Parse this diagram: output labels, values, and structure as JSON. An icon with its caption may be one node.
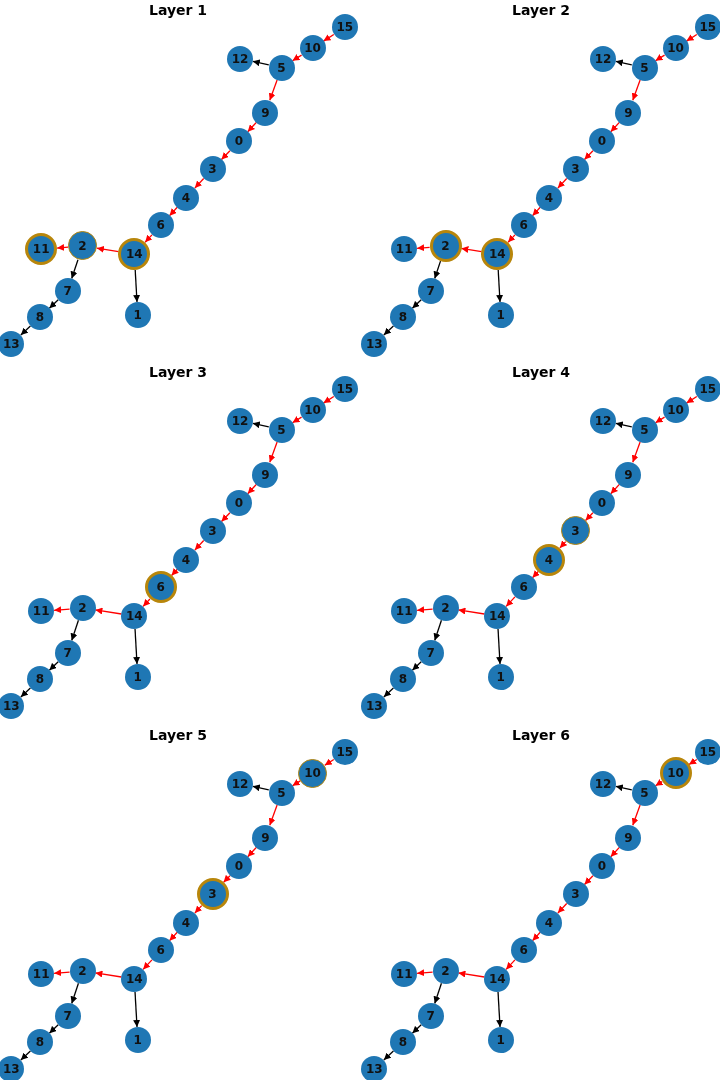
{
  "diagram": {
    "nodes": [
      {
        "text": [
          "0"
        ]
      },
      {
        "text": [
          "1"
        ]
      },
      {
        "text": [
          "2"
        ]
      },
      {
        "text": [
          "3"
        ]
      },
      {
        "text": [
          "4"
        ]
      },
      {
        "text": [
          "5"
        ]
      },
      {
        "text": [
          "6"
        ]
      },
      {
        "text": [
          "7"
        ]
      },
      {
        "text": [
          "8"
        ]
      },
      {
        "text": [
          "9"
        ]
      },
      {
        "text": [
          "10"
        ]
      },
      {
        "text": [
          "11"
        ]
      },
      {
        "text": [
          "12"
        ]
      },
      {
        "text": [
          "13"
        ]
      },
      {
        "text": [
          "14"
        ]
      },
      {
        "text": [
          "15"
        ]
      },
      {
        "text": [
          "0"
        ]
      },
      {
        "text": [
          "1"
        ]
      },
      {
        "text": [
          "2"
        ]
      },
      {
        "text": [
          "3"
        ]
      },
      {
        "text": [
          "4"
        ]
      },
      {
        "text": [
          "5"
        ]
      },
      {
        "text": [
          "6"
        ]
      },
      {
        "text": [
          "7"
        ]
      },
      {
        "text": [
          "8"
        ]
      },
      {
        "text": [
          "9"
        ]
      },
      {
        "text": [
          "10"
        ]
      },
      {
        "text": [
          "11"
        ]
      },
      {
        "text": [
          "12"
        ]
      },
      {
        "text": [
          "13"
        ]
      },
      {
        "text": [
          "14"
        ]
      },
      {
        "text": [
          "15"
        ]
      },
      {
        "text": [
          "0"
        ]
      },
      {
        "text": [
          "1"
        ]
      },
      {
        "text": [
          "2"
        ]
      },
      {
        "text": [
          "3"
        ]
      },
      {
        "text": [
          "4"
        ]
      },
      {
        "text": [
          "5"
        ]
      },
      {
        "text": [
          "6"
        ]
      },
      {
        "text": [
          "7"
        ]
      },
      {
        "text": [
          "8"
        ]
      },
      {
        "text": [
          "9"
        ]
      },
      {
        "text": [
          "10"
        ]
      },
      {
        "text": [
          "11"
        ]
      },
      {
        "text": [
          "12"
        ]
      },
      {
        "text": [
          "13"
        ]
      },
      {
        "text": [
          "14"
        ]
      },
      {
        "text": [
          "15"
        ]
      },
      {
        "text": [
          "0"
        ]
      },
      {
        "text": [
          "1"
        ]
      },
      {
        "text": [
          "2"
        ]
      },
      {
        "text": [
          "3"
        ]
      },
      {
        "text": [
          "4"
        ]
      },
      {
        "text": [
          "5"
        ]
      },
      {
        "text": [
          "6"
        ]
      },
      {
        "text": [
          "7"
        ]
      },
      {
        "text": [
          "8"
        ]
      },
      {
        "text": [
          "9"
        ]
      },
      {
        "text": [
          "10"
        ]
      },
      {
        "text": [
          "11"
        ]
      },
      {
        "text": [
          "12"
        ]
      },
      {
        "text": [
          "13"
        ]
      },
      {
        "text": [
          "14"
        ]
      },
      {
        "text": [
          "15"
        ]
      },
      {
        "text": [
          "0"
        ]
      },
      {
        "text": [
          "1"
        ]
      },
      {
        "text": [
          "2"
        ]
      },
      {
        "text": [
          "3"
        ]
      },
      {
        "text": [
          "4"
        ]
      },
      {
        "text": [
          "5"
        ]
      },
      {
        "text": [
          "6"
        ]
      },
      {
        "text": [
          "7"
        ]
      },
      {
        "text": [
          "8"
        ]
      },
      {
        "text": [
          "9"
        ]
      },
      {
        "text": [
          "10"
        ]
      },
      {
        "text": [
          "11"
        ]
      },
      {
        "text": [
          "12"
        ]
      },
      {
        "text": [
          "13"
        ]
      },
      {
        "text": [
          "14"
        ]
      },
      {
        "text": [
          "15"
        ]
      },
      {
        "text": [
          "0"
        ]
      },
      {
        "text": [
          "1"
        ]
      },
      {
        "text": [
          "2"
        ]
      },
      {
        "text": [
          "3"
        ]
      },
      {
        "text": [
          "4"
        ]
      },
      {
        "text": [
          "5"
        ]
      },
      {
        "text": [
          "6"
        ]
      },
      {
        "text": [
          "7"
        ]
      },
      {
        "text": [
          "8"
        ]
      },
      {
        "text": [
          "9"
        ]
      },
      {
        "text": [
          "10"
        ]
      },
      {
        "text": [
          "11"
        ]
      },
      {
        "text": [
          "12"
        ]
      },
      {
        "text": [
          "13"
        ]
      },
      {
        "text": [
          "14"
        ]
      },
      {
        "text": [
          "15"
        ]
      }
    ],
    "edges": [
      {
        "from": 15,
        "to": 10,
        "arrow": "to"
      },
      {
        "from": 10,
        "to": 5,
        "arrow": "to"
      },
      {
        "from": 5,
        "to": 12,
        "arrow": "to",
        "color": "#000000"
      },
      {
        "from": 5,
        "to": 9,
        "arrow": "to"
      },
      {
        "from": 9,
        "to": 0,
        "arrow": "to"
      },
      {
        "from": 0,
        "to": 3,
        "arrow": "to"
      },
      {
        "from": 3,
        "to": 4,
        "arrow": "to"
      },
      {
        "from": 4,
        "to": 6,
        "arrow": "to"
      },
      {
        "from": 6,
        "to": 14,
        "arrow": "to"
      },
      {
        "from": 14,
        "to": 2,
        "arrow": "to"
      },
      {
        "from": 2,
        "to": 11,
        "arrow": "to"
      },
      {
        "from": 2,
        "to": 7,
        "arrow": "to",
        "color": "#000000"
      },
      {
        "from": 7,
        "to": 8,
        "arrow": "to",
        "color": "#000000"
      },
      {
        "from": 8,
        "to": 13,
        "arrow": "to",
        "color": "#000000"
      },
      {
        "from": 14,
        "to": 1,
        "arrow": "to",
        "color": "#000000"
      },
      {
        "from": 31,
        "to": 26,
        "arrow": "to"
      },
      {
        "from": 26,
        "to": 21,
        "arrow": "to"
      },
      {
        "from": 21,
        "to": 28,
        "arrow": "to",
        "color": "#000000"
      },
      {
        "from": 21,
        "to": 25,
        "arrow": "to"
      },
      {
        "from": 25,
        "to": 16,
        "arrow": "to"
      },
      {
        "from": 16,
        "to": 19,
        "arrow": "to"
      },
      {
        "from": 19,
        "to": 20,
        "arrow": "to"
      },
      {
        "from": 20,
        "to": 22,
        "arrow": "to"
      },
      {
        "from": 22,
        "to": 30,
        "arrow": "to"
      },
      {
        "from": 30,
        "to": 18,
        "arrow": "to"
      },
      {
        "from": 18,
        "to": 27,
        "arrow": "to"
      },
      {
        "from": 18,
        "to": 23,
        "arrow": "to",
        "color": "#000000"
      },
      {
        "from": 23,
        "to": 24,
        "arrow": "to",
        "color": "#000000"
      },
      {
        "from": 24,
        "to": 29,
        "arrow": "to",
        "color": "#000000"
      },
      {
        "from": 30,
        "to": 17,
        "arrow": "to",
        "color": "#000000"
      },
      {
        "from": 47,
        "to": 42,
        "arrow": "to"
      },
      {
        "from": 42,
        "to": 37,
        "arrow": "to"
      },
      {
        "from": 37,
        "to": 44,
        "arrow": "to",
        "color": "#000000"
      },
      {
        "from": 37,
        "to": 41,
        "arrow": "to"
      },
      {
        "from": 41,
        "to": 32,
        "arrow": "to"
      },
      {
        "from": 32,
        "to": 35,
        "arrow": "to"
      },
      {
        "from": 35,
        "to": 36,
        "arrow": "to"
      },
      {
        "from": 36,
        "to": 38,
        "arrow": "to"
      },
      {
        "from": 38,
        "to": 46,
        "arrow": "to"
      },
      {
        "from": 46,
        "to": 34,
        "arrow": "to"
      },
      {
        "from": 34,
        "to": 43,
        "arrow": "to"
      },
      {
        "from": 34,
        "to": 39,
        "arrow": "to",
        "color": "#000000"
      },
      {
        "from": 39,
        "to": 40,
        "arrow": "to",
        "color": "#000000"
      },
      {
        "from": 40,
        "to": 45,
        "arrow": "to",
        "color": "#000000"
      },
      {
        "from": 46,
        "to": 33,
        "arrow": "to",
        "color": "#000000"
      },
      {
        "from": 63,
        "to": 58,
        "arrow": "to"
      },
      {
        "from": 58,
        "to": 53,
        "arrow": "to"
      },
      {
        "from": 53,
        "to": 60,
        "arrow": "to",
        "color": "#000000"
      },
      {
        "from": 53,
        "to": 57,
        "arrow": "to"
      },
      {
        "from": 57,
        "to": 48,
        "arrow": "to"
      },
      {
        "from": 48,
        "to": 51,
        "arrow": "to"
      },
      {
        "from": 51,
        "to": 52,
        "arrow": "to"
      },
      {
        "from": 52,
        "to": 54,
        "arrow": "to"
      },
      {
        "from": 54,
        "to": 62,
        "arrow": "to"
      },
      {
        "from": 62,
        "to": 50,
        "arrow": "to"
      },
      {
        "from": 50,
        "to": 59,
        "arrow": "to"
      },
      {
        "from": 50,
        "to": 55,
        "arrow": "to",
        "color": "#000000"
      },
      {
        "from": 55,
        "to": 56,
        "arrow": "to",
        "color": "#000000"
      },
      {
        "from": 56,
        "to": 61,
        "arrow": "to",
        "color": "#000000"
      },
      {
        "from": 62,
        "to": 49,
        "arrow": "to",
        "color": "#000000"
      },
      {
        "from": 79,
        "to": 74,
        "arrow": "to"
      },
      {
        "from": 74,
        "to": 69,
        "arrow": "to"
      },
      {
        "from": 69,
        "to": 76,
        "arrow": "to",
        "color": "#000000"
      },
      {
        "from": 69,
        "to": 73,
        "arrow": "to"
      },
      {
        "from": 73,
        "to": 64,
        "arrow": "to"
      },
      {
        "from": 64,
        "to": 67,
        "arrow": "to"
      },
      {
        "from": 67,
        "to": 68,
        "arrow": "to"
      },
      {
        "from": 68,
        "to": 70,
        "arrow": "to"
      },
      {
        "from": 70,
        "to": 78,
        "arrow": "to"
      },
      {
        "from": 78,
        "to": 66,
        "arrow": "to"
      },
      {
        "from": 66,
        "to": 75,
        "arrow": "to"
      },
      {
        "from": 66,
        "to": 71,
        "arrow": "to",
        "color": "#000000"
      },
      {
        "from": 71,
        "to": 72,
        "arrow": "to",
        "color": "#000000"
      },
      {
        "from": 72,
        "to": 77,
        "arrow": "to",
        "color": "#000000"
      },
      {
        "from": 78,
        "to": 65,
        "arrow": "to",
        "color": "#000000"
      },
      {
        "from": 95,
        "to": 90,
        "arrow": "to"
      },
      {
        "from": 90,
        "to": 85,
        "arrow": "to"
      },
      {
        "from": 85,
        "to": 92,
        "arrow": "to",
        "color": "#000000"
      },
      {
        "from": 85,
        "to": 89,
        "arrow": "to"
      },
      {
        "from": 89,
        "to": 80,
        "arrow": "to"
      },
      {
        "from": 80,
        "to": 83,
        "arrow": "to"
      },
      {
        "from": 83,
        "to": 84,
        "arrow": "to"
      },
      {
        "from": 84,
        "to": 86,
        "arrow": "to"
      },
      {
        "from": 86,
        "to": 94,
        "arrow": "to"
      },
      {
        "from": 94,
        "to": 82,
        "arrow": "to"
      },
      {
        "from": 82,
        "to": 91,
        "arrow": "to"
      },
      {
        "from": 82,
        "to": 87,
        "arrow": "to",
        "color": "#000000"
      },
      {
        "from": 87,
        "to": 88,
        "arrow": "to",
        "color": "#000000"
      },
      {
        "from": 88,
        "to": 93,
        "arrow": "to",
        "color": "#000000"
      },
      {
        "from": 94,
        "to": 81,
        "arrow": "to",
        "color": "#000000"
      }
    ],
    "labels": [
      "Layer 1",
      "Layer 2",
      "Layer 3",
      "Layer 4",
      "Layer 5",
      "Layer 6"
    ]
  }
}
